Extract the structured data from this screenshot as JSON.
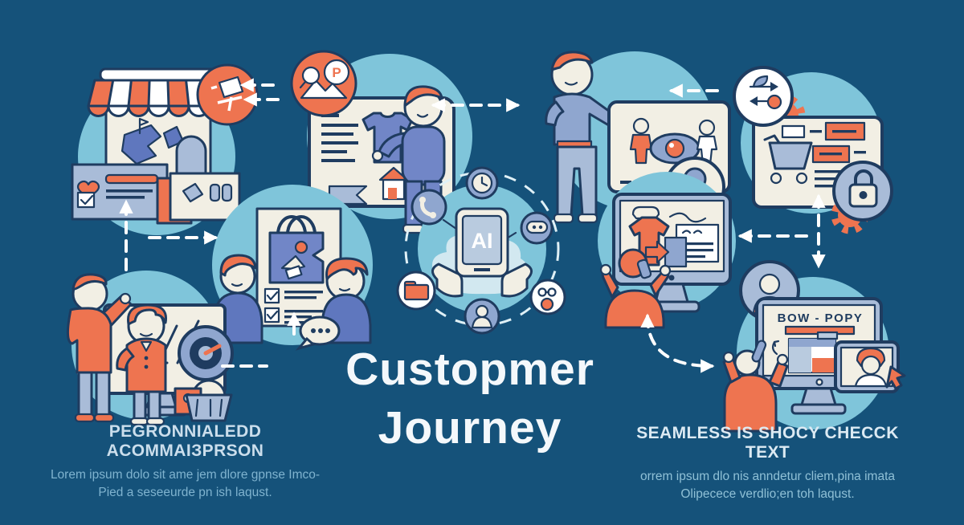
{
  "title": {
    "line1": "Custopmer",
    "line2": "Journey"
  },
  "captions": {
    "left": {
      "heading": "PEGRONNIALEDD ACOMMAIЗPRSON",
      "body1": "Lorem ipsum dolo sit ame jem dlore gpnse Imco-",
      "body2": "Pied a seseeurde pn ish laqust."
    },
    "right": {
      "heading": "SEAMLESS IS SHOCY CHECCK TEXT",
      "body1": "orrem ipsum dlo nis anndetur cliem,pina imata",
      "body2": "Olipecece verdlio;en toh laqust."
    }
  },
  "labels": {
    "ai": "AI",
    "p_badge": "P",
    "screen_sign": "BOW - POPY"
  },
  "colors": {
    "background": "#15527A",
    "scene_circle": "#7FC5DA",
    "cream": "#F2EFE4",
    "orange": "#EE7450",
    "navy_outline": "#1F3C60",
    "blue": "#5F77BE",
    "blue_gray": "#A9BCD8",
    "arrow_white": "#FFFFFF"
  },
  "icons": [
    "pushpin-icon",
    "search-image-icon",
    "eye-icon",
    "compare-arrows-icon",
    "lock-icon",
    "gear-icon",
    "shopping-cart-icon",
    "clock-icon",
    "phone-icon",
    "chat-icon",
    "user-icon",
    "folder-icon",
    "face-icon",
    "gauge-icon",
    "speech-bubble-icon",
    "checklist-icon",
    "shopping-bag-icon",
    "thumb-cursor-icon"
  ]
}
